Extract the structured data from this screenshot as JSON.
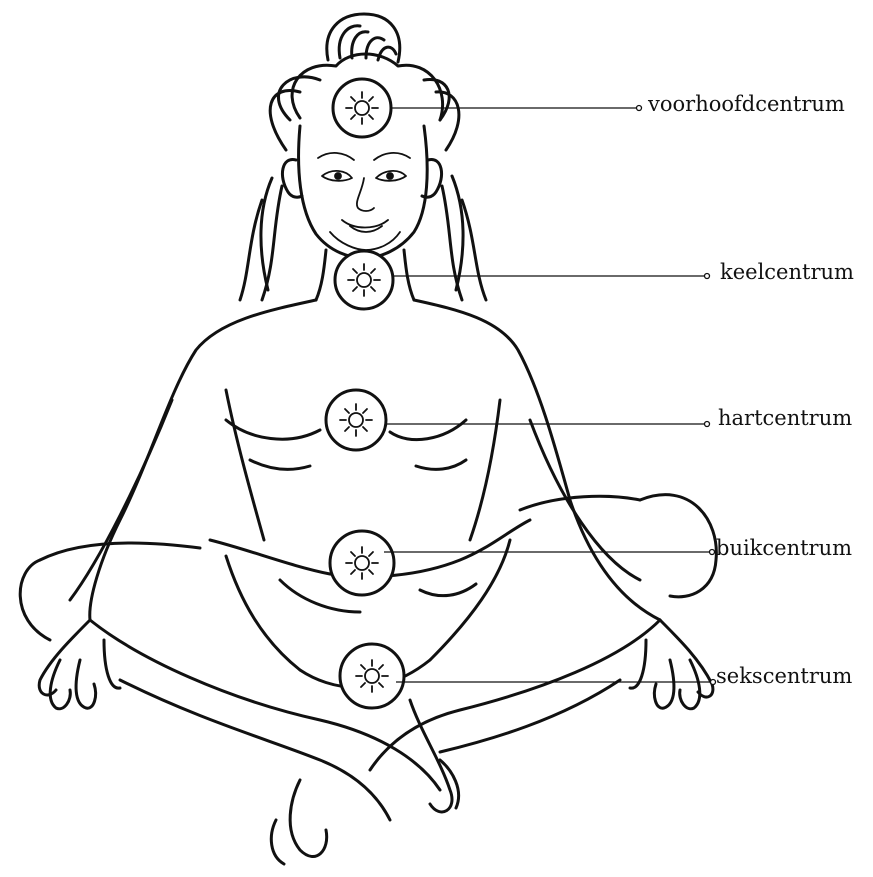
{
  "labels": {
    "forehead": "voorhoofdcentrum",
    "throat": "keelcentrum",
    "heart": "hartcentrum",
    "belly": "buikcentrum",
    "sex": "sekscentrum"
  },
  "colors": {
    "ink": "#111111",
    "background": "#ffffff"
  },
  "chakra_icon": "sun-wheel-icon",
  "chakra_order": [
    "forehead",
    "throat",
    "heart",
    "belly",
    "sex"
  ]
}
